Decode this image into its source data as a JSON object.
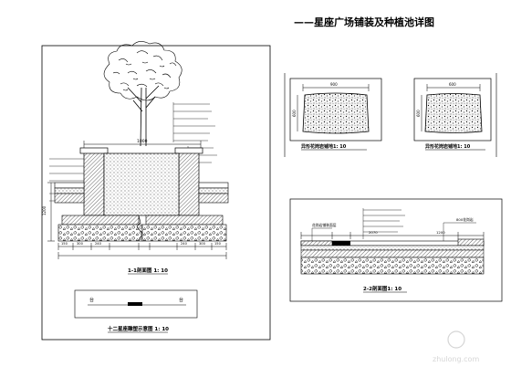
{
  "sheet": {
    "main_title": "——星座广场铺装及种植池详图",
    "watermark": "zhulong.com"
  },
  "tree_pit_section": {
    "caption": "1-1剖面图 1: 10",
    "top_dimension": "1000",
    "left_dimension": "1200",
    "bottom_dimensions": [
      "150",
      "300",
      "240",
      "",
      "",
      "240",
      "300",
      "150"
    ],
    "bottom_total": ""
  },
  "joint_detail": {
    "caption": "十二星座雕塑示意图 1: 10",
    "left_label": "台",
    "right_label": "台"
  },
  "stone_tile_a": {
    "caption": "异形花岗岩铺地1: 10",
    "top_dimension": "900",
    "side_dimension": "600"
  },
  "stone_tile_b": {
    "caption": "异形花岗岩铺地1: 10",
    "top_dimension": "600",
    "side_dimension": "600"
  },
  "paving_section": {
    "caption": "2-2剖面图1: 10",
    "left_callout": "花岗岩铺装面层",
    "right_callout": "800花岗岩",
    "dimensions": [
      "",
      "2070",
      "",
      "1200"
    ]
  }
}
